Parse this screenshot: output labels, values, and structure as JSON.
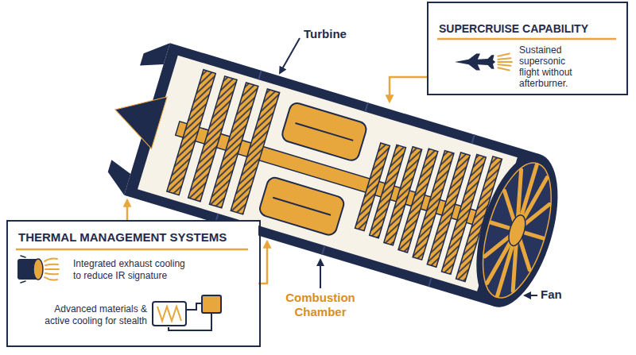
{
  "diagram": {
    "nodes": [
      {
        "text": [
          "SUPERCRUISE CAPABILITY",
          "Sustained supersonic flight without afterburner."
        ]
      },
      {
        "text": [
          "THERMAL MANAGEMENT SYSTEMS",
          "Integrated exhaust cooling to reduce IR signature",
          "Advanced materials & active cooling for stealth"
        ]
      }
    ],
    "labels": [
      "Turbine",
      "Combustion Chamber",
      "Fan"
    ]
  }
}
